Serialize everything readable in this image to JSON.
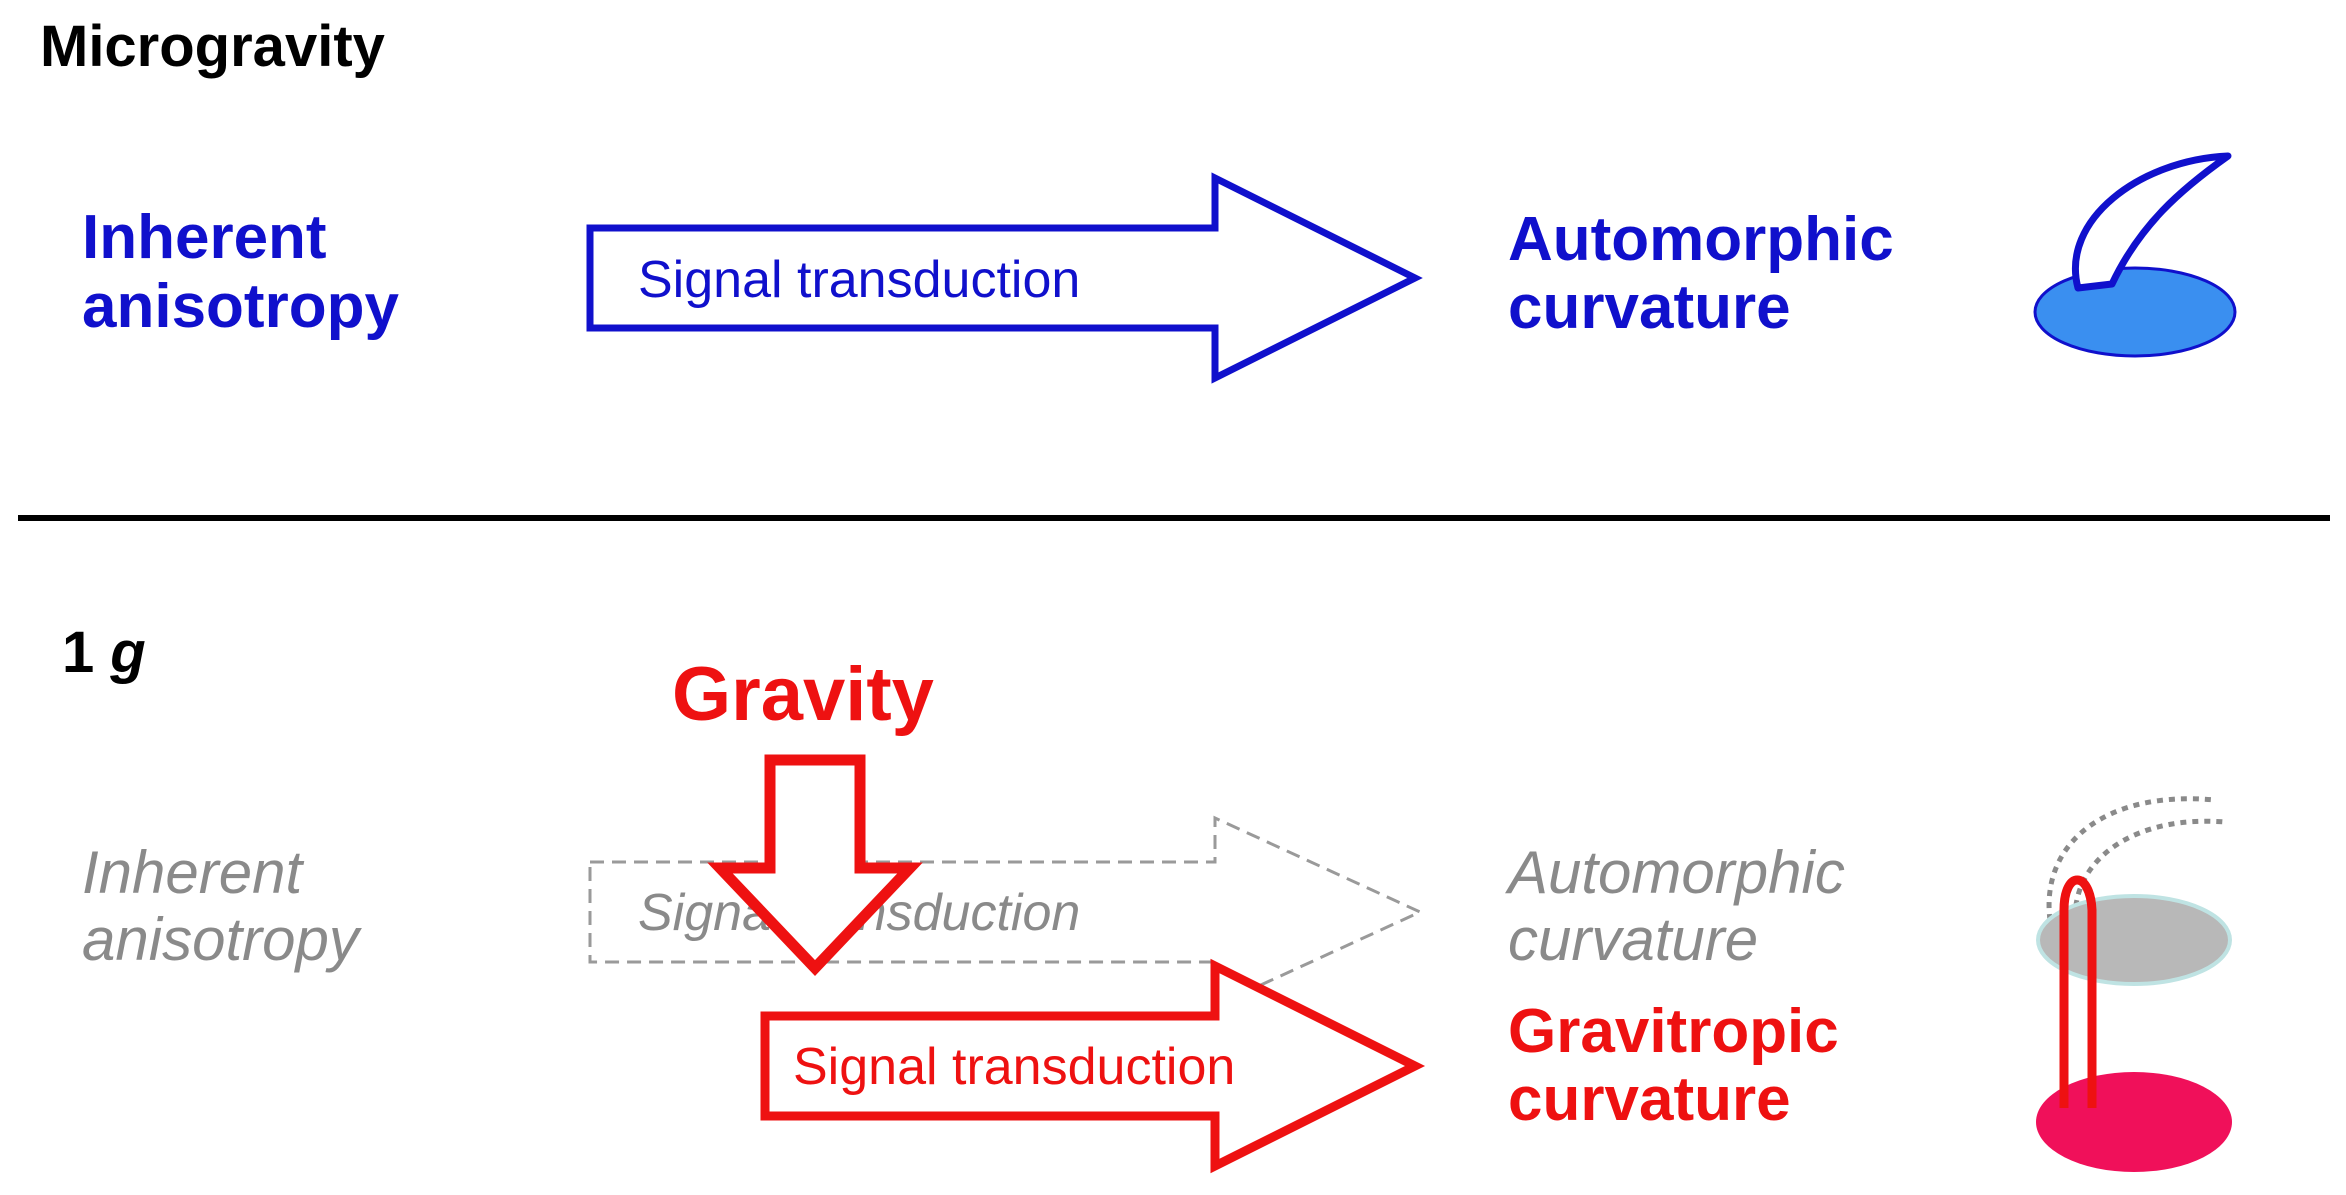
{
  "colors": {
    "blue": "#1010cc",
    "light_blue": "#3a8ff0",
    "red": "#ee1111",
    "magenta": "#f0105a",
    "gray_text": "#8a8a8a",
    "gray_dash": "#9a9a9a",
    "gray_fill": "#b8b8b8",
    "ellipse_edge": "#bfe3e3",
    "black": "#000000"
  },
  "top": {
    "section_label": "Microgravity",
    "left_line1": "Inherent",
    "left_line2": "anisotropy",
    "arrow_label": "Signal transduction",
    "right_line1": "Automorphic",
    "right_line2": "curvature",
    "icon": "curved-seedling-icon"
  },
  "bottom": {
    "section_label_num": "1",
    "section_label_unit": "g",
    "gravity_label": "Gravity",
    "left_line1": "Inherent",
    "left_line2": "anisotropy",
    "ghost_arrow_label": "Signal transduction",
    "ghost_right_line1": "Automorphic",
    "ghost_right_line2": "curvature",
    "arrow_label": "Signal transduction",
    "right_line1": "Gravitropic",
    "right_line2": "curvature",
    "icon": "upright-seedling-icon"
  }
}
